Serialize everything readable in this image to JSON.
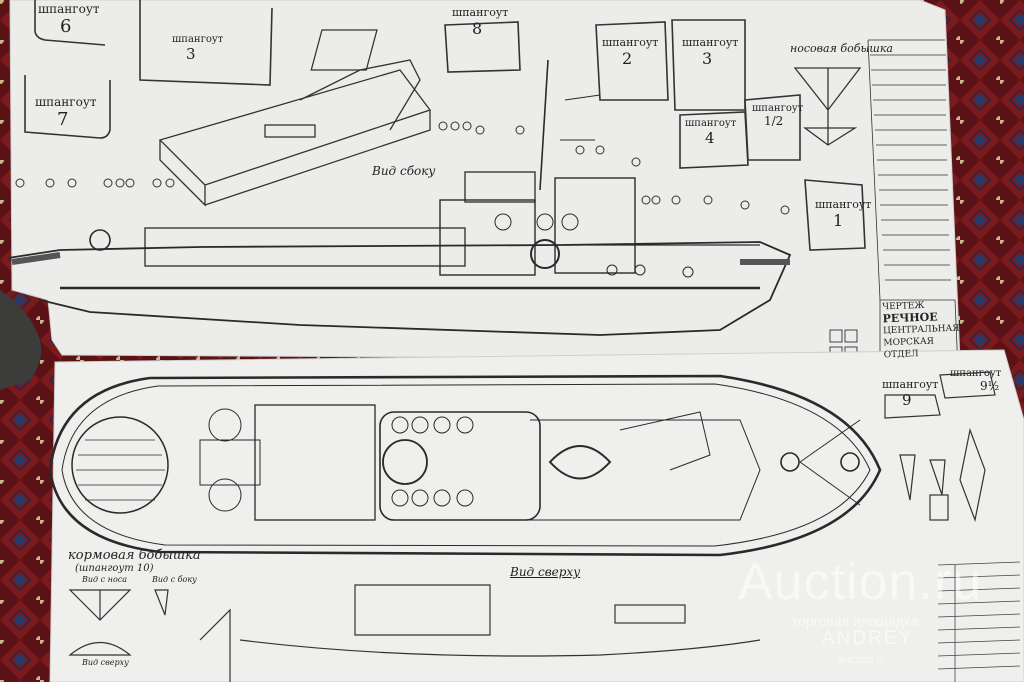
{
  "top_sheet": {
    "frame_labels": [
      {
        "word": "шпангоут",
        "num": "6"
      },
      {
        "word": "шпангоут",
        "num": "7"
      },
      {
        "word": "шпангоут",
        "num": "3"
      },
      {
        "word": "шпангоут",
        "num": "8"
      },
      {
        "word": "шпангоут",
        "num": "2"
      },
      {
        "word": "шпангоут",
        "num": "3"
      },
      {
        "word": "шпангоут",
        "num": "1/2"
      },
      {
        "word": "шпангоут",
        "num": "4"
      },
      {
        "word": "шпангоут",
        "num": "1"
      }
    ],
    "stern_block_title": "носовая бобышка",
    "side_view_title": "Вид сбоку",
    "stamp": [
      "ЧЕРТЕЖ",
      "РЕЧНОЕ",
      "ЦЕНТРАЛЬНАЯ",
      "МОРСКАЯ",
      "ОТДЕЛ"
    ]
  },
  "bottom_sheet": {
    "stern_block_title": "кормовая бобышка",
    "stern_block_sub": "(шпангоут 10)",
    "view_from_nose": "Вид с носа",
    "view_from_side": "Вид с боку",
    "view_from_top_small": "Вид сверху",
    "top_view_title": "Вид сверху",
    "frame_label": {
      "word": "шпангоут",
      "num": "9"
    },
    "frame_label_right": {
      "word": "шпангоут",
      "num": "9½"
    }
  },
  "watermark": {
    "main": "Auction.ru",
    "sub": "торговая площадка",
    "user": "ANDREY",
    "site": "auction.ru"
  },
  "colors": {
    "carpet": "#5a1216",
    "paper": "#eeeeec",
    "ink": "#2a2a2a"
  }
}
